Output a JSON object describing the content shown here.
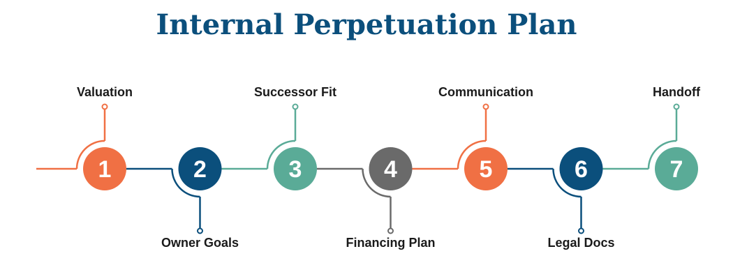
{
  "title": "Internal Perpetuation Plan",
  "colors": {
    "orange": "#f07044",
    "navy": "#0b4f7c",
    "teal": "#5aab97",
    "gray": "#6a6a6a",
    "title": "#0b4f7c"
  },
  "steps": [
    {
      "number": "1",
      "label": "Valuation",
      "position": "top",
      "color": "#f07044"
    },
    {
      "number": "2",
      "label": "Owner Goals",
      "position": "bottom",
      "color": "#0b4f7c"
    },
    {
      "number": "3",
      "label": "Successor Fit",
      "position": "top",
      "color": "#5aab97"
    },
    {
      "number": "4",
      "label": "Financing Plan",
      "position": "bottom",
      "color": "#6a6a6a"
    },
    {
      "number": "5",
      "label": "Communication",
      "position": "top",
      "color": "#f07044"
    },
    {
      "number": "6",
      "label": "Legal Docs",
      "position": "bottom",
      "color": "#0b4f7c"
    },
    {
      "number": "7",
      "label": "Handoff",
      "position": "top",
      "color": "#5aab97"
    }
  ]
}
